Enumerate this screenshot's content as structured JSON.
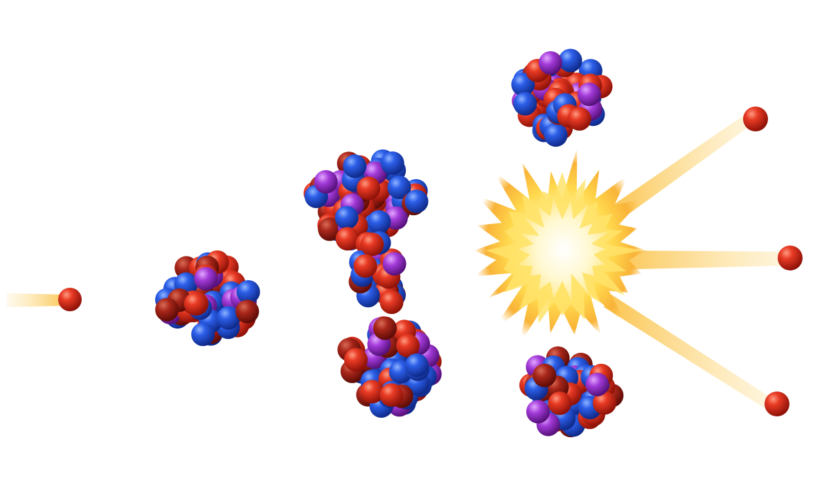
{
  "colors": {
    "background": "#ffffff",
    "neutron": "#e0231b",
    "proton": "#d9231a",
    "proton_dark": "#b21f14",
    "nucleon_blue": "#2553d9",
    "nucleon_purple": "#9a2ad0",
    "energy_core": "#fffbe6",
    "energy_mid": "#ffe36a",
    "energy_outer": "#fbc34a",
    "beam": "#fdd977"
  },
  "diagram": {
    "incoming_neutron": {
      "icon": "neutron-particle"
    },
    "target_nucleus": {
      "icon": "nucleus-cluster"
    },
    "deforming_nucleus": {
      "icon": "dumbbell-nucleus"
    },
    "fragments": [
      {
        "icon": "fragment-nucleus"
      },
      {
        "icon": "fragment-nucleus"
      }
    ],
    "energy_burst": {
      "icon": "energy-burst"
    },
    "emitted_neutrons": [
      {
        "icon": "neutron-particle"
      },
      {
        "icon": "neutron-particle"
      },
      {
        "icon": "neutron-particle"
      }
    ]
  }
}
